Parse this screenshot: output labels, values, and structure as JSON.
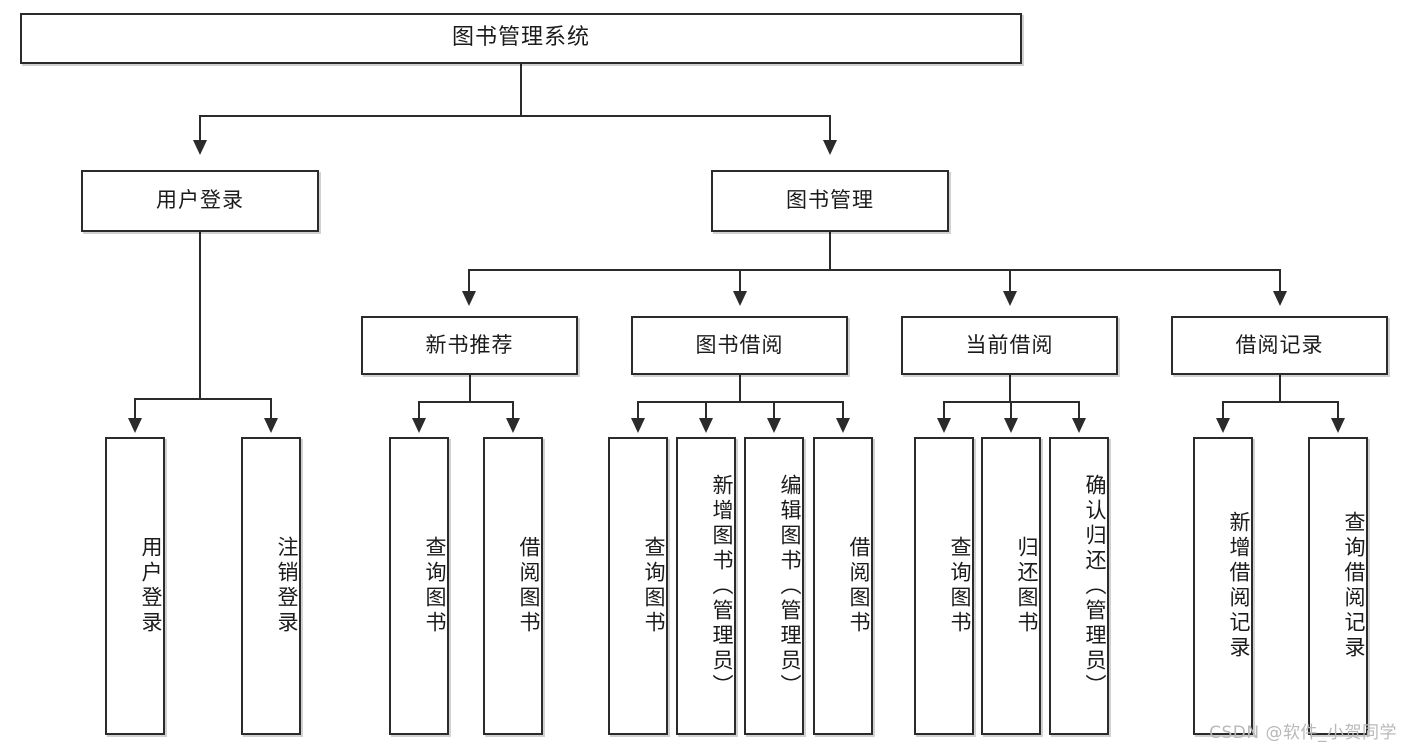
{
  "diagram": {
    "type": "hierarchy-tree",
    "title": "图书管理系统",
    "root": {
      "label": "图书管理系统"
    },
    "level2": [
      {
        "label": "用户登录"
      },
      {
        "label": "图书管理"
      }
    ],
    "level3": [
      {
        "label": "新书推荐"
      },
      {
        "label": "图书借阅"
      },
      {
        "label": "当前借阅"
      },
      {
        "label": "借阅记录"
      }
    ],
    "leaves": {
      "user_login": [
        {
          "label": "用户登录"
        },
        {
          "label": "注销登录"
        }
      ],
      "new_book_recommend": [
        {
          "label": "查询图书"
        },
        {
          "label": "借阅图书"
        }
      ],
      "book_borrow": [
        {
          "label": "查询图书"
        },
        {
          "label": "新增图书（管理员）"
        },
        {
          "label": "编辑图书（管理员）"
        },
        {
          "label": "借阅图书"
        }
      ],
      "current_borrow": [
        {
          "label": "查询图书"
        },
        {
          "label": "归还图书"
        },
        {
          "label": "确认归还（管理员）"
        }
      ],
      "borrow_record": [
        {
          "label": "新增借阅记录"
        },
        {
          "label": "查询借阅记录"
        }
      ]
    }
  },
  "watermark": {
    "text": "CSDN @软件_小贺同学"
  },
  "colors": {
    "line": "#2b2b2b",
    "box_border": "#2b2b2b",
    "box_fill": "#ffffff",
    "text": "#1b1b1b",
    "watermark": "#b9b9b9"
  }
}
